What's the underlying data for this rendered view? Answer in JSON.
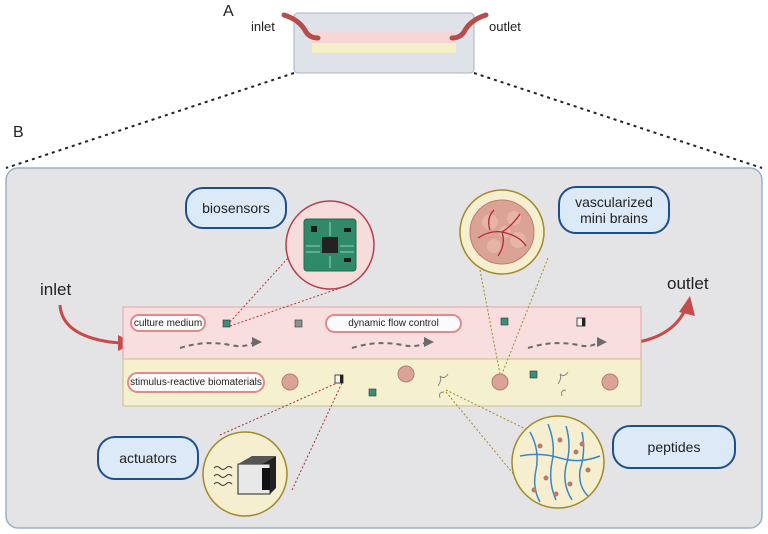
{
  "panels": {
    "a_label": "A",
    "b_label": "B"
  },
  "chip_overview": {
    "inlet": "inlet",
    "outlet": "outlet"
  },
  "flow": {
    "inlet": "inlet",
    "outlet": "outlet"
  },
  "callouts": {
    "biosensors": "biosensors",
    "vascularized_line1": "vascularized",
    "vascularized_line2": "mini brains",
    "actuators": "actuators",
    "peptides": "peptides"
  },
  "channel_labels": {
    "culture_medium": "culture medium",
    "dynamic_flow_control": "dynamic flow control",
    "stimulus_reactive": "stimulus-reactive biomaterials"
  },
  "colors": {
    "panel_bg": "#e4e4e6",
    "panel_border": "#9ab0c9",
    "medium_channel": "#f8dede",
    "hydrogel_channel": "#f5f1cf",
    "arrow_red": "#c94a4a",
    "callout_blue": "#dce9f7",
    "callout_border": "#1d4f8c",
    "pcb_green": "#2f8a6a"
  }
}
